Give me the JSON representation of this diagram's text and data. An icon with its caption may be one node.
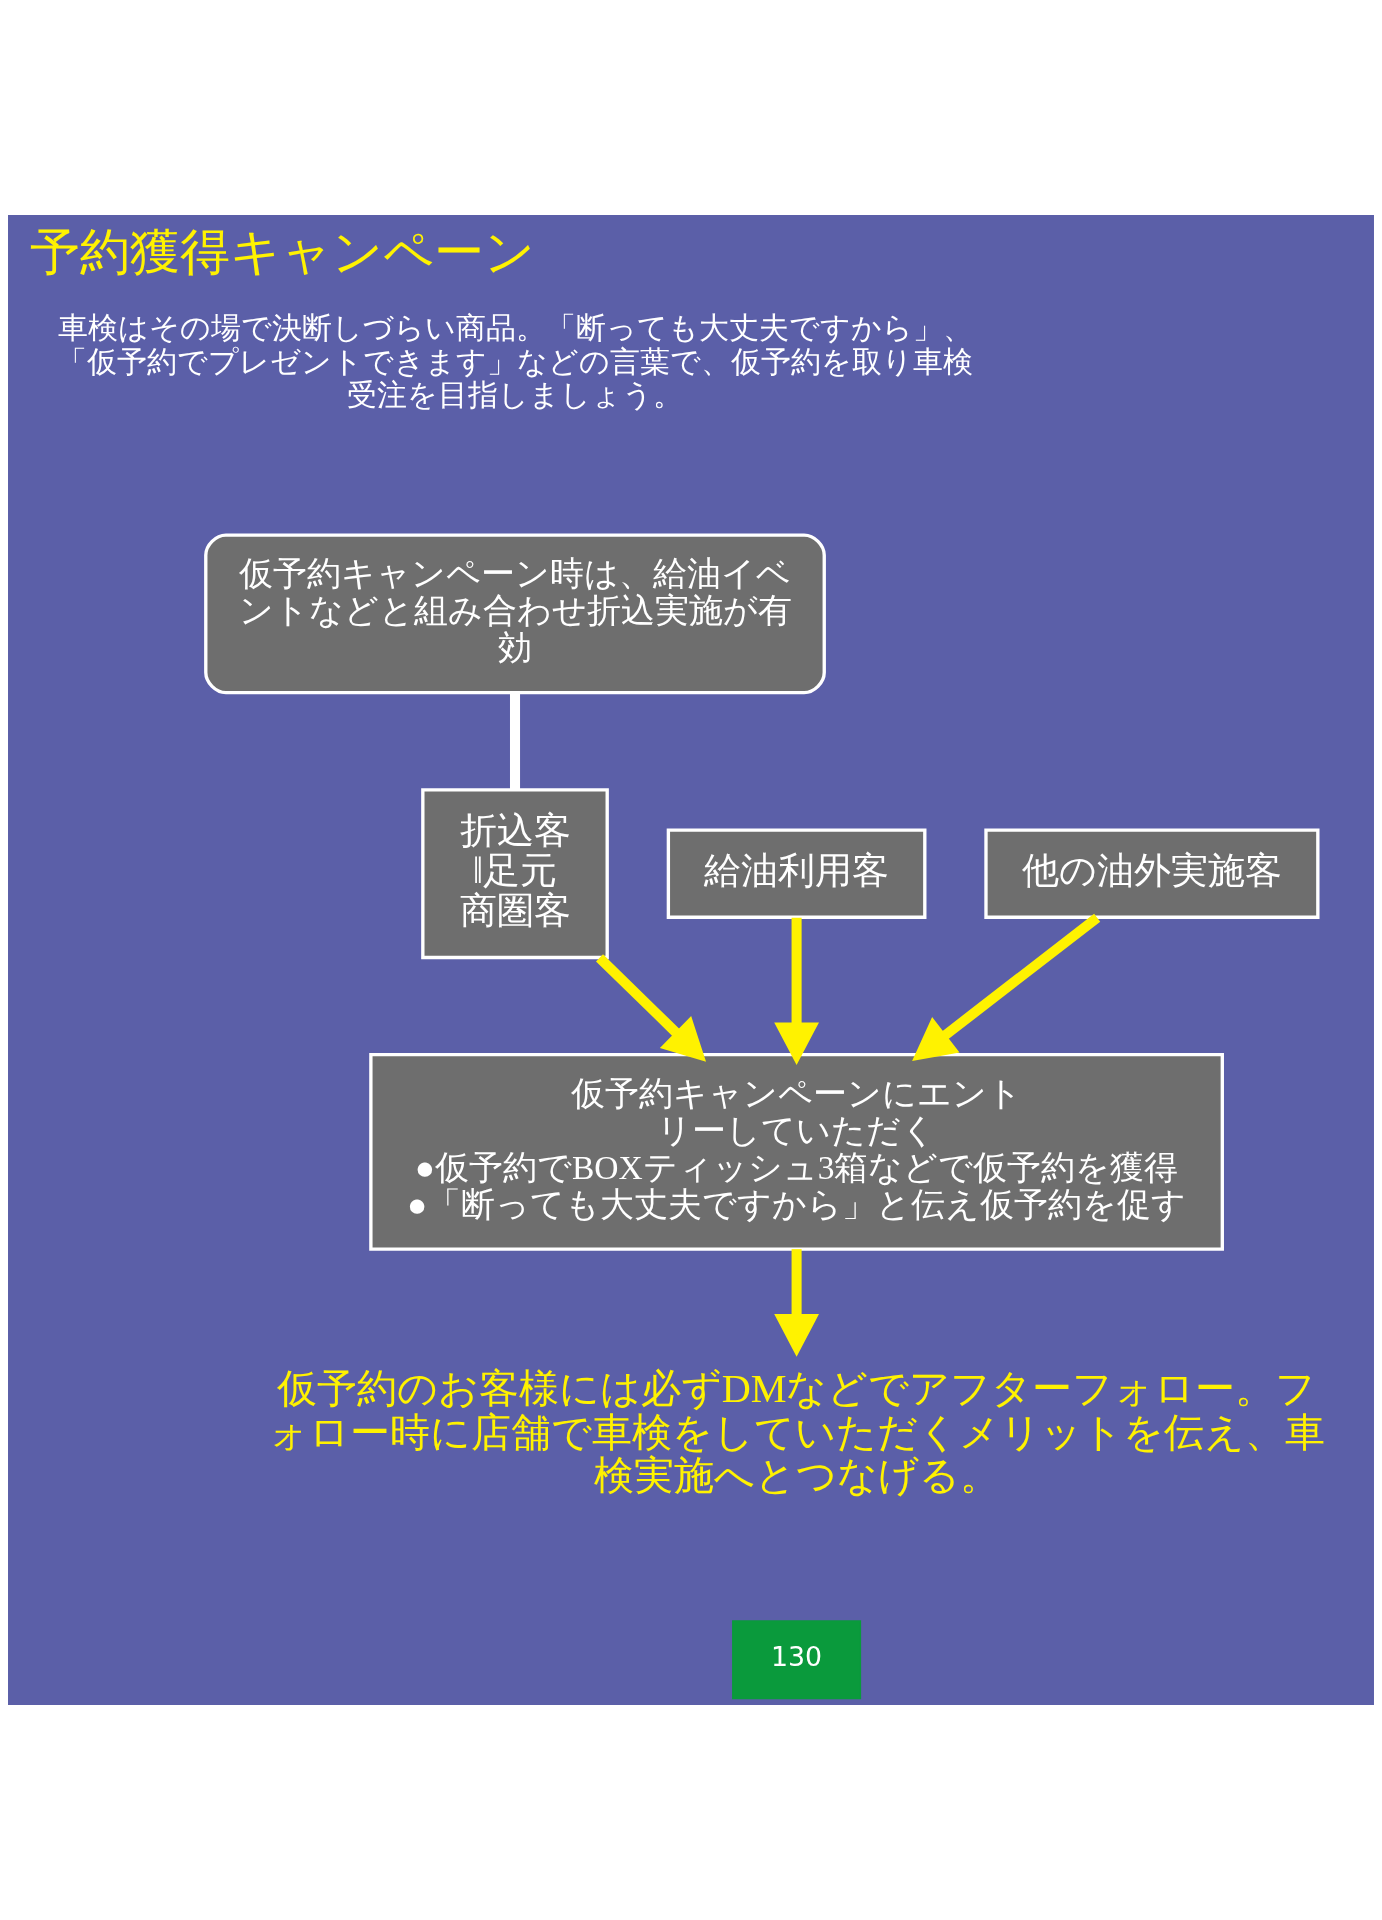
{
  "diagram": {
    "title": "予約獲得キャンペーン",
    "nodes": [
      {
        "text": [
          "仮予約キャンペーン時は、給油イベントなどと組み合わせ折込実施が有効"
        ]
      },
      {
        "text": [
          "折込客‖足元商圏客"
        ]
      },
      {
        "text": [
          "給油利用客"
        ]
      },
      {
        "text": [
          "他の油外実施客"
        ]
      },
      {
        "text": [
          "仮予約キャンペーンにエントリーしていただく",
          "●仮予約でBOXティッシュ3箱などで仮予約を獲得",
          "●「断っても大丈夫ですから」と伝え仮予約を促す"
        ]
      },
      {
        "text": [
          "仮予約のお客様には必ずDMなどでアフターフォロー。フォロー時に店舗で車検をしていただくメリットを伝え、車検実施へとつなげる。"
        ]
      }
    ],
    "edges": [
      {
        "from": 0,
        "to": 1,
        "arrow": "none",
        "color": "#ffffff"
      },
      {
        "from": 1,
        "to": 4,
        "arrow": "to"
      },
      {
        "from": 2,
        "to": 4,
        "arrow": "to"
      },
      {
        "from": 3,
        "to": 4,
        "arrow": "to"
      },
      {
        "from": 4,
        "to": 5,
        "arrow": "to"
      }
    ],
    "labels": [
      "車検はその場で決断しづらい商品。「断っても大丈夫ですから」、「仮予約でプレゼントできます」などの言葉で、仮予約を取り車検受注を目指しましょう。",
      "130"
    ]
  }
}
